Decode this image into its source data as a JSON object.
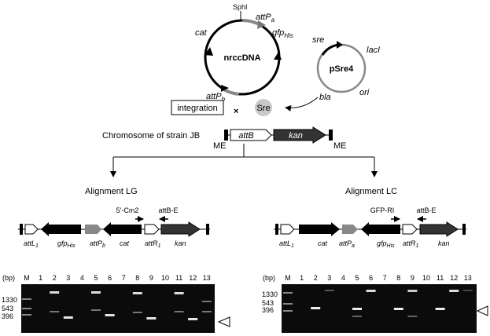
{
  "plasmid_nrcc": {
    "name": "nrccDNA",
    "labels": {
      "sphI": "SphI",
      "attPa": "attP",
      "attPa_sub": "a",
      "gfp": "gfp",
      "gfp_sub": "His",
      "cat": "cat",
      "attPb": "attP",
      "attPb_sub": "b"
    }
  },
  "plasmid_psre4": {
    "name": "pSre4",
    "labels": {
      "sre": "sre",
      "lacI": "lacI",
      "bla": "bla",
      "ori": "ori"
    }
  },
  "integration": {
    "box_label": "integration",
    "cross": "×",
    "enzyme": "Sre"
  },
  "chromosome": {
    "title": "Chromosome of strain JB",
    "attB": "attB",
    "kan": "kan",
    "me_left": "ME",
    "me_right": "ME"
  },
  "alignments": [
    {
      "title": "Alignment LG",
      "primer1": "5'-Cm2",
      "primer2": "attB-E",
      "features": [
        "attL",
        "gfp",
        "attP",
        "cat",
        "attR",
        "kan"
      ],
      "subs": [
        "1",
        "His",
        "b",
        "",
        "1",
        ""
      ]
    },
    {
      "title": "Alignment LC",
      "primer1": "GFP-RI",
      "primer2": "attB-E",
      "features": [
        "attL",
        "cat",
        "attP",
        "gfp",
        "attR",
        "kan"
      ],
      "subs": [
        "1",
        "",
        "a",
        "His",
        "1",
        ""
      ]
    }
  ],
  "gels": [
    {
      "bp_label": "(bp)",
      "lane_labels": [
        "M",
        "1",
        "2",
        "3",
        "4",
        "5",
        "6",
        "7",
        "8",
        "9",
        "10",
        "11",
        "12",
        "13"
      ],
      "markers": [
        "1330",
        "543",
        "396"
      ]
    },
    {
      "bp_label": "(bp)",
      "lane_labels": [
        "M",
        "1",
        "2",
        "3",
        "4",
        "5",
        "6",
        "7",
        "8",
        "9",
        "10",
        "11",
        "12",
        "13"
      ],
      "markers": [
        "1330",
        "543",
        "396"
      ]
    }
  ]
}
